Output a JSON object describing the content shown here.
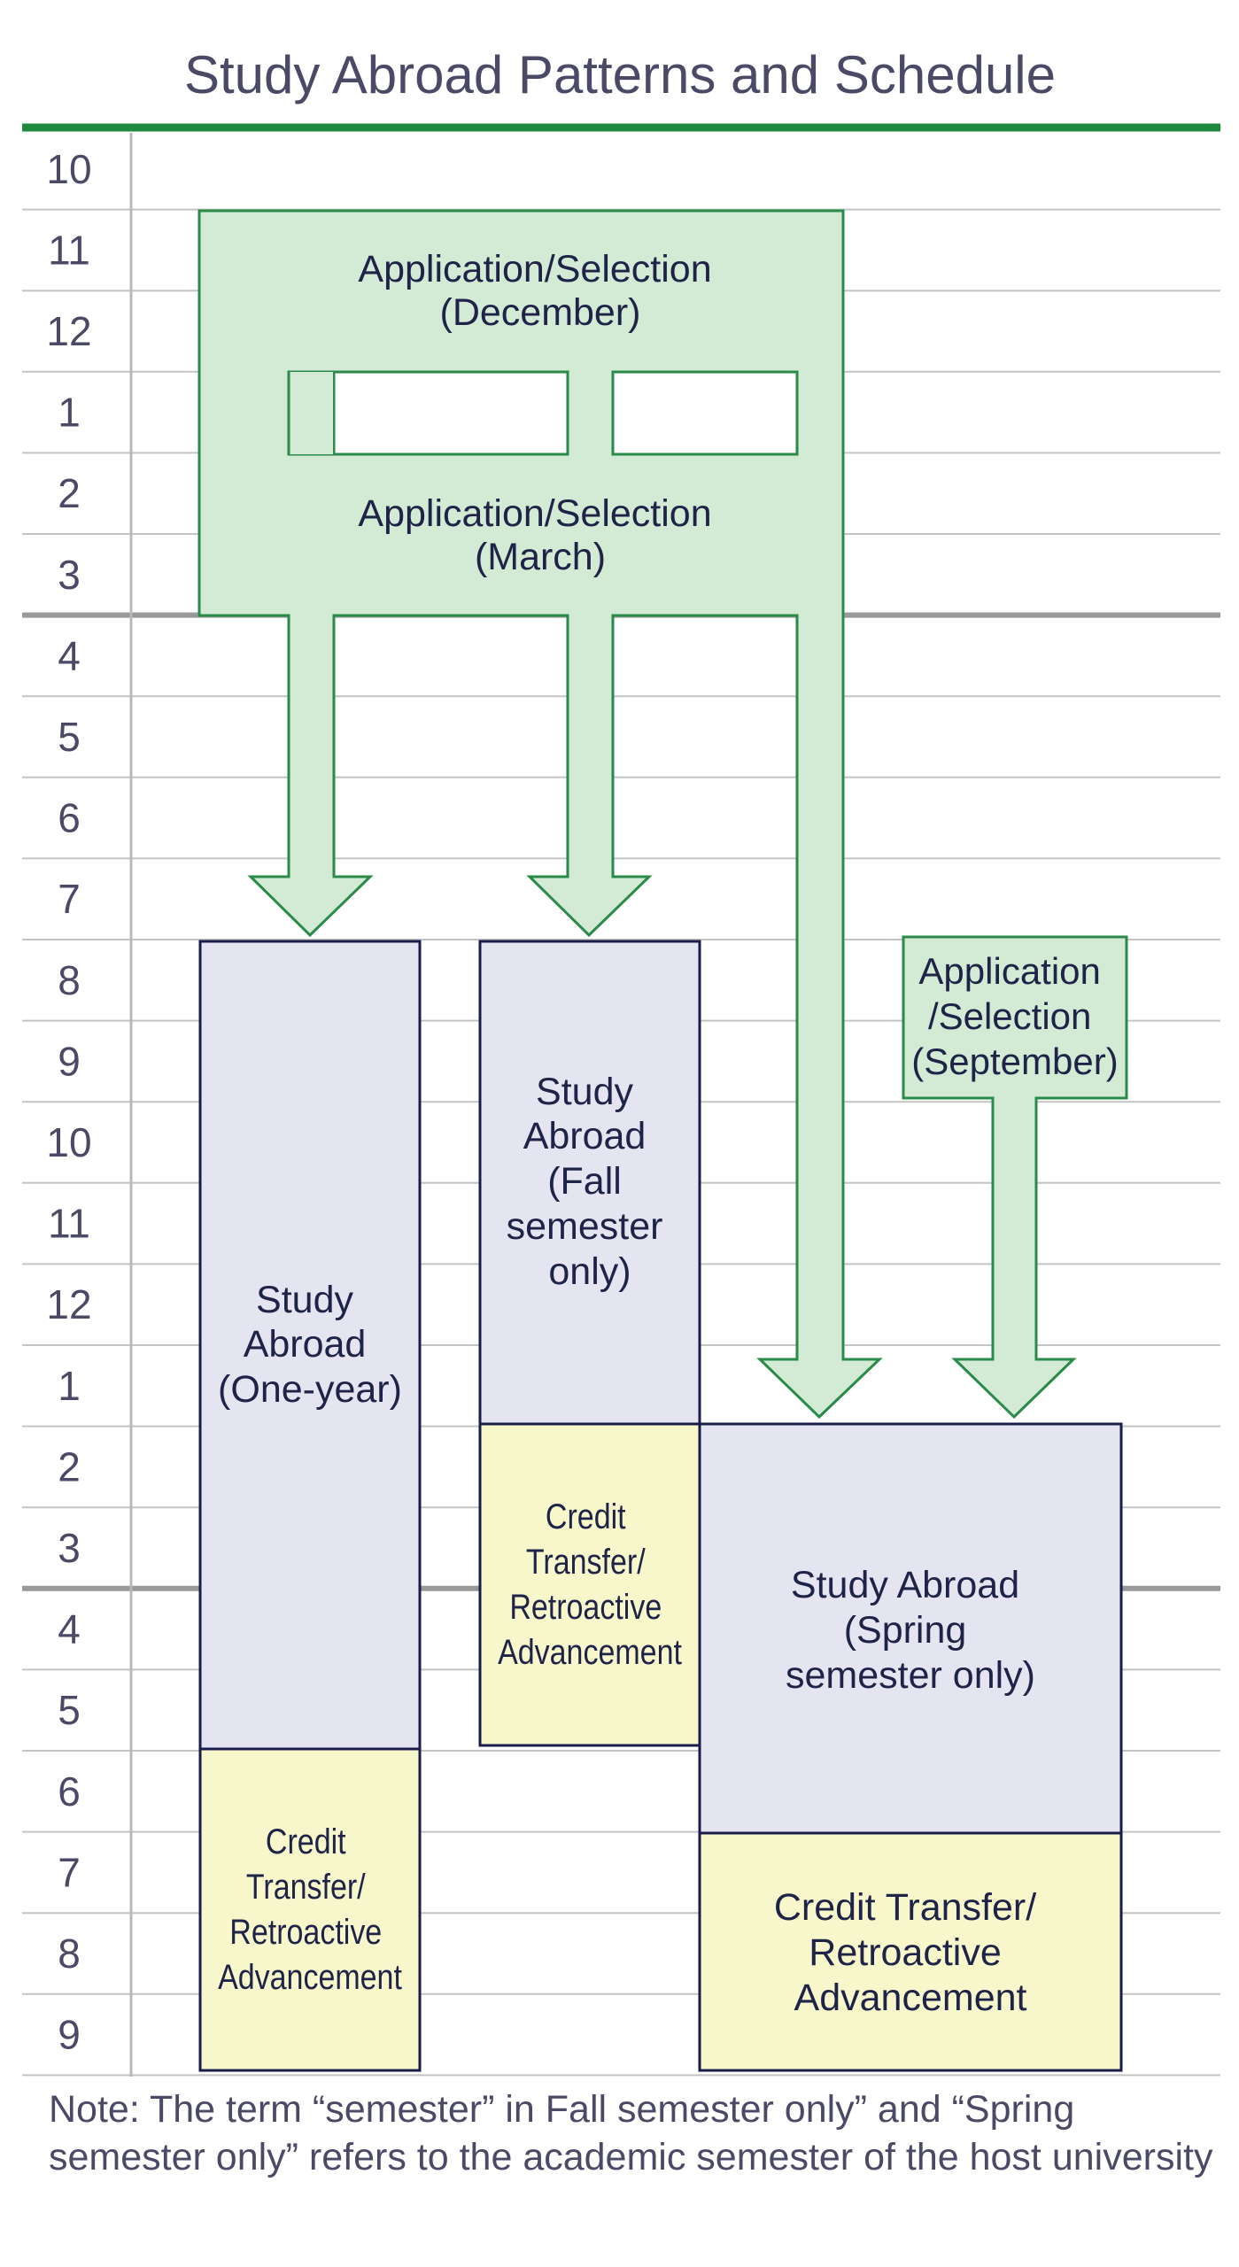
{
  "title": "Study Abroad Patterns and Schedule",
  "months": [
    "10",
    "11",
    "12",
    "1",
    "2",
    "3",
    "4",
    "5",
    "6",
    "7",
    "8",
    "9",
    "10",
    "11",
    "12",
    "1",
    "2",
    "3",
    "4",
    "5",
    "6",
    "7",
    "8",
    "9"
  ],
  "colors": {
    "green_line": "#1e8a3e",
    "green_fill": "#d3ead5",
    "green_stroke": "#2a8a4a",
    "study_fill": "#e4e5f0",
    "credit_fill": "#f8f7cc",
    "box_stroke": "#1a1c4a",
    "grid": "#c4c4c4",
    "year_line": "#999999"
  },
  "boxes": {
    "app_dec": [
      "Application/Selection",
      "(December)"
    ],
    "app_mar": [
      "Application/Selection",
      "(March)"
    ],
    "app_sep": [
      "Application",
      "/Selection",
      "(September)"
    ],
    "study_one_year": [
      "Study",
      "Abroad",
      "(One-year)"
    ],
    "study_fall": [
      "Study",
      "Abroad",
      "(Fall",
      "semester",
      "only)"
    ],
    "study_spring": [
      "Study Abroad",
      "(Spring",
      "semester only)"
    ],
    "credit_one_year": [
      "Credit",
      "Transfer/",
      "Retroactive",
      "Advancement"
    ],
    "credit_fall": [
      "Credit",
      "Transfer/",
      "Retroactive",
      "Advancement"
    ],
    "credit_spring": [
      "Credit Transfer/",
      "Retroactive",
      "Advancement"
    ]
  },
  "note": "Note: The term “semester” in Fall semester only” and “Spring semester only” refers to the academic semester of the host university"
}
